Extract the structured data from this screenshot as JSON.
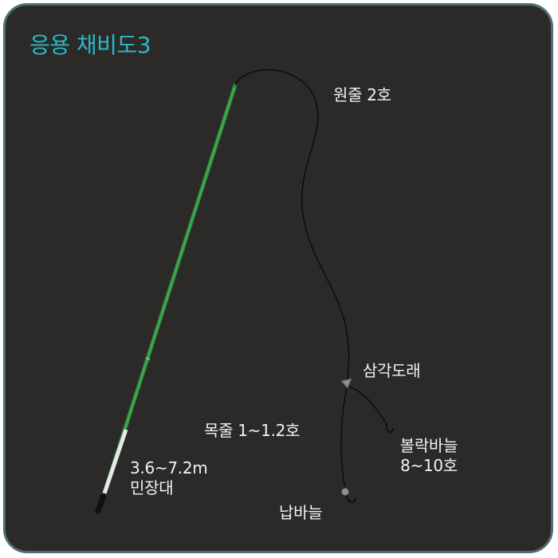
{
  "title": "응용 채비도3",
  "labels": {
    "main_line": "원줄 2호",
    "swivel": "삼각도래",
    "leader": "목줄 1~1.2호",
    "hook_size_name": "볼락바늘",
    "hook_size_range": "8~10호",
    "rod_length": "3.6~7.2m",
    "rod_type": "민장대",
    "sinker_hook": "납바늘"
  },
  "colors": {
    "background": "#2b2a29",
    "border": "#4e6f72",
    "title": "#2ab9c6",
    "rod": "#2f8f3e",
    "text": "#f2f2f2",
    "line": "#0d0d0d"
  }
}
